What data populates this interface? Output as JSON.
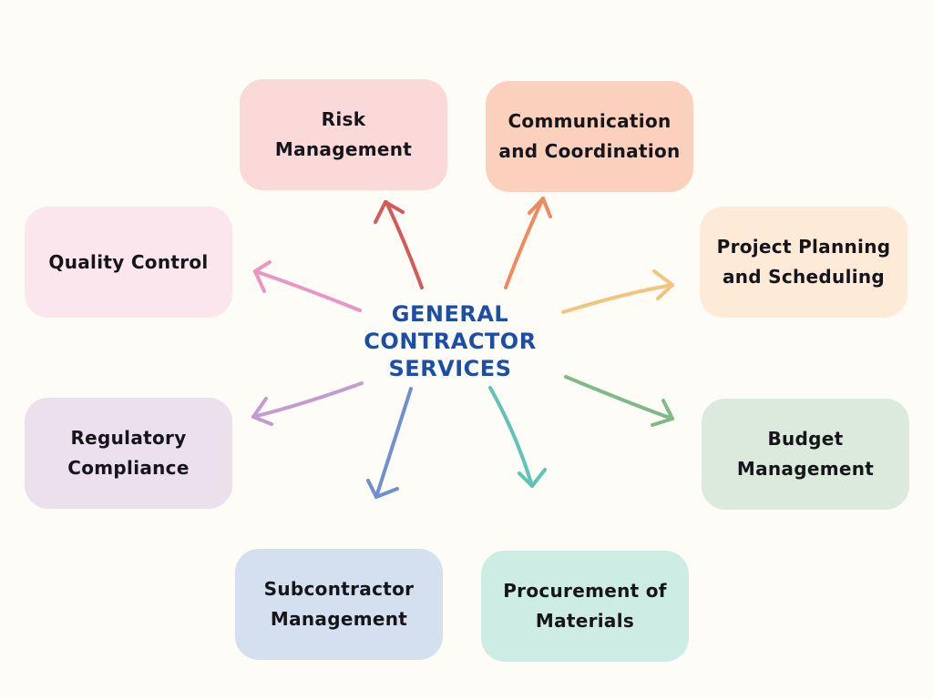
{
  "center": {
    "lines": [
      "GENERAL",
      "CONTRACTOR",
      "SERVICES"
    ]
  },
  "services": [
    {
      "id": "risk",
      "label": "Risk Management",
      "color": "#fbd9d9",
      "arrow": "#d45a5a"
    },
    {
      "id": "comm",
      "label": "Communication and Coordination",
      "color": "#fbd0bd",
      "arrow": "#ee8a5e"
    },
    {
      "id": "plan",
      "label": "Project Planning and Scheduling",
      "color": "#fdebd7",
      "arrow": "#f4c47f"
    },
    {
      "id": "budget",
      "label": "Budget Management",
      "color": "#dceade",
      "arrow": "#7fba86"
    },
    {
      "id": "proc",
      "label": "Procurement of Materials",
      "color": "#cdece4",
      "arrow": "#5fc3b5"
    },
    {
      "id": "sub",
      "label": "Subcontractor Management",
      "color": "#d4e0f0",
      "arrow": "#6f8fd1"
    },
    {
      "id": "reg",
      "label": "Regulatory Compliance",
      "color": "#ece0ec",
      "arrow": "#c39bd0"
    },
    {
      "id": "qc",
      "label": "Quality Control",
      "color": "#fbe6ee",
      "arrow": "#e897c3"
    }
  ]
}
